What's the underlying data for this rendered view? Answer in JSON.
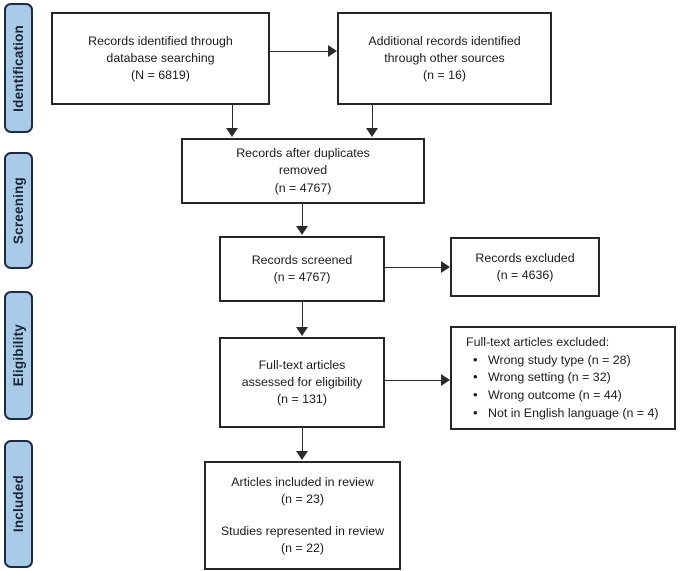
{
  "diagram": {
    "type": "prisma-flow-diagram",
    "stages": [
      {
        "id": "identification",
        "label": "Identification"
      },
      {
        "id": "screening",
        "label": "Screening"
      },
      {
        "id": "eligibility",
        "label": "Eligibility"
      },
      {
        "id": "included",
        "label": "Included"
      }
    ],
    "boxes": {
      "database_search": {
        "lines": [
          "Records identified through",
          "database searching",
          "(N = 6819)"
        ],
        "count_label": "N = 6819",
        "count": 6819
      },
      "other_sources": {
        "lines": [
          "Additional records identified",
          "through other sources",
          "(n = 16)"
        ],
        "count_label": "n = 16",
        "count": 16
      },
      "duplicates_removed": {
        "lines": [
          "Records after duplicates",
          "removed",
          "(n = 4767)"
        ],
        "count_label": "n = 4767",
        "count": 4767
      },
      "records_screened": {
        "lines": [
          "Records screened",
          "(n = 4767)"
        ],
        "count_label": "n = 4767",
        "count": 4767
      },
      "records_excluded": {
        "lines": [
          "Records excluded",
          "(n = 4636)"
        ],
        "count_label": "n = 4636",
        "count": 4636
      },
      "fulltext_assessed": {
        "lines": [
          "Full-text articles",
          "assessed for eligibility",
          "(n = 131)"
        ],
        "count_label": "n = 131",
        "count": 131
      },
      "fulltext_excluded": {
        "title": "Full-text articles excluded:",
        "reasons": [
          {
            "label": "Wrong study type (n = 28)",
            "reason": "Wrong study type",
            "count": 28
          },
          {
            "label": "Wrong setting (n = 32)",
            "reason": "Wrong setting",
            "count": 32
          },
          {
            "label": "Wrong outcome (n = 44)",
            "reason": "Wrong outcome",
            "count": 44
          },
          {
            "label": "Not in English language (n = 4)",
            "reason": "Not in English language",
            "count": 4
          }
        ]
      },
      "included_review": {
        "paragraph1": [
          "Articles included in review",
          "(n = 23)"
        ],
        "paragraph2": [
          "Studies represented in review",
          "(n = 22)"
        ],
        "articles_count": 23,
        "studies_count": 22
      }
    },
    "colors": {
      "stage_fill": "#a9cbe8",
      "stage_border": "#1f2a44",
      "box_border": "#262626",
      "box_fill": "#ffffff",
      "connector": "#2b2b2b",
      "text": "#1a1a1a"
    }
  }
}
